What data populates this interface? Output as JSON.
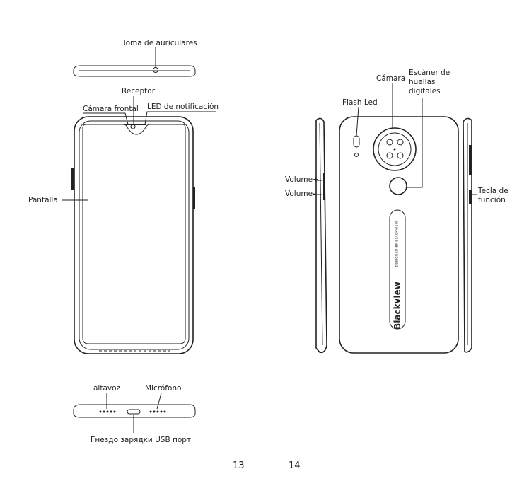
{
  "labels": {
    "headphone": "Toma de auriculares",
    "receiver": "Receptor",
    "front_camera": "Cámara frontal",
    "notification_led": "LED de notificación",
    "screen": "Pantalla",
    "speaker": "altavoz",
    "microphone": "Micrófono",
    "usb": "Гнездо зарядки USB порт",
    "camera": "Cámara",
    "fingerprint_l1": "Escáner de",
    "fingerprint_l2": "huellas",
    "fingerprint_l3": "digitales",
    "flash": "Flash Led",
    "volume_up": "Volume+",
    "volume_down": "Volume-",
    "function_key_l1": "Tecla de",
    "function_key_l2": "función",
    "brand": "Blackview",
    "designed_by": "DESIGNED BY BLACKVIEW"
  },
  "pages": {
    "left": "13",
    "right": "14"
  }
}
